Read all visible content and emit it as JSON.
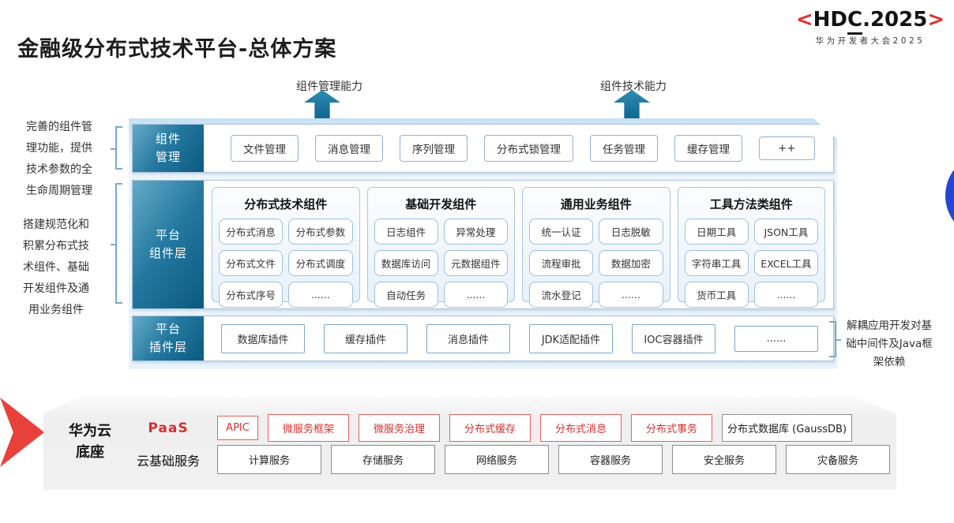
{
  "title": "金融级分布式技术平台-总体方案",
  "logo": {
    "bracket_left": "<",
    "text_pre": "HD",
    "text_c": "C",
    "text_post": ".2025",
    "bracket_right": ">",
    "subtitle": "华为开发者大会2025"
  },
  "arrows": [
    {
      "label": "组件管理能力"
    },
    {
      "label": "组件技术能力"
    }
  ],
  "left_notes": [
    {
      "text": "完善的组件管理功能，提供技术参数的全生命周期管理"
    },
    {
      "text": "搭建规范化和积累分布式技术组件、基础开发组件及通用业务组件"
    }
  ],
  "right_note": {
    "text": "解耦应用开发对基础中间件及Java框架依赖"
  },
  "rows": {
    "management": {
      "label_lines": [
        "组件",
        "管理"
      ],
      "items": [
        "文件管理",
        "消息管理",
        "序列管理",
        "分布式锁管理",
        "任务管理",
        "缓存管理",
        "++"
      ]
    },
    "components": {
      "label_lines": [
        "平台",
        "组件层"
      ],
      "columns": [
        {
          "header": "分布式技术组件",
          "items": [
            "分布式消息",
            "分布式参数",
            "分布式文件",
            "分布式调度",
            "分布式序号",
            "......"
          ]
        },
        {
          "header": "基础开发组件",
          "items": [
            "日志组件",
            "异常处理",
            "数据库访问",
            "元数据组件",
            "自动任务",
            "......"
          ]
        },
        {
          "header": "通用业务组件",
          "items": [
            "统一认证",
            "日志脱敏",
            "流程审批",
            "数据加密",
            "流水登记",
            "......"
          ]
        },
        {
          "header": "工具方法类组件",
          "items": [
            "日期工具",
            "JSON工具",
            "字符串工具",
            "EXCEL工具",
            "货币工具",
            "......"
          ]
        }
      ]
    },
    "plugins": {
      "label_lines": [
        "平台",
        "插件层"
      ],
      "items": [
        "数据库插件",
        "缓存插件",
        "消息插件",
        "JDK适配插件",
        "IOC容器插件",
        "......"
      ]
    }
  },
  "foundation": {
    "label_lines": [
      "华为云",
      "底座"
    ],
    "paas": {
      "label": "PaaS",
      "items_red": [
        "APIC",
        "微服务框架",
        "微服务治理",
        "分布式缓存",
        "分布式消息",
        "分布式事务"
      ],
      "item_gauss": "分布式数据库 (GaussDB)"
    },
    "base": {
      "label": "云基础服务",
      "items": [
        "计算服务",
        "存储服务",
        "网络服务",
        "容器服务",
        "安全服务",
        "灾备服务"
      ]
    }
  },
  "colors": {
    "teal_dark": "#0c5a80",
    "teal_light": "#64abc8",
    "red_accent": "#e0302e",
    "blue_circle": "#2546d4",
    "box_border_blue": "#8fb3d2",
    "foundation_bg": "#f0f0f0"
  }
}
